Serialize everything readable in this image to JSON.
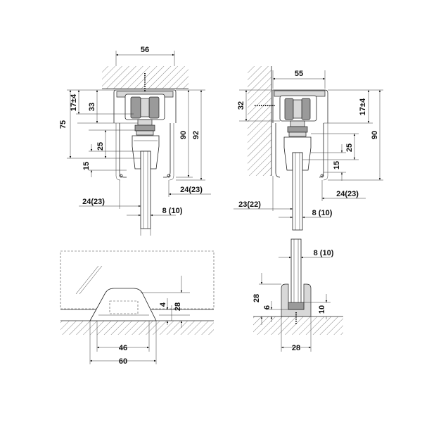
{
  "views": {
    "top_left": {
      "d_width_56": "56",
      "d_17": "17±4",
      "d_33": "33",
      "d_75": "75",
      "d_25": "25",
      "d_15": "15",
      "d_90": "90",
      "d_92": "92",
      "d_24_23_right": "24(23)",
      "d_24_23_left": "24(23)",
      "d_8_10": "8 (10)"
    },
    "top_right": {
      "d_55": "55",
      "d_32": "32",
      "d_17": "17±4",
      "d_90": "90",
      "d_25": "25",
      "d_15": "15",
      "d_23_22": "23(22)",
      "d_24_23": "24(23)",
      "d_8_10": "8 (10)"
    },
    "bottom_left": {
      "d_4": "4",
      "d_28": "28",
      "d_46": "46",
      "d_60": "60"
    },
    "bottom_right": {
      "d_8_10": "8 (10)",
      "d_28_left": "28",
      "d_6": "6",
      "d_10": "10",
      "d_28_bottom": "28"
    }
  }
}
